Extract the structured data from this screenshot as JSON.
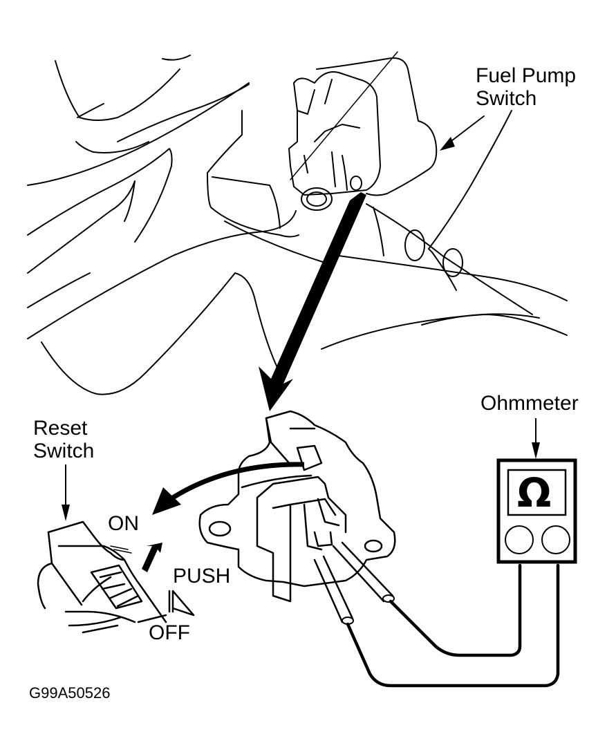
{
  "diagram": {
    "title": "Fuel Pump Switch Test with Ohmmeter",
    "figure_id": "G99A50526",
    "colors": {
      "ink": "#000000",
      "background": "#ffffff"
    },
    "labels": {
      "fuel_pump_switch": [
        "Fuel Pump",
        "Switch"
      ],
      "reset_switch": [
        "Reset",
        "Switch"
      ],
      "ohmmeter": "Ohmmeter",
      "on": "ON",
      "push": "PUSH",
      "off": "OFF"
    },
    "ohmmeter": {
      "display_symbol": "Ω",
      "terminals": 2
    },
    "callouts": [
      {
        "from": "Fuel Pump Switch label",
        "to": "switch housing location"
      },
      {
        "from": "switch in vehicle",
        "to": "enlarged switch detail"
      },
      {
        "from": "Reset Switch label",
        "to": "reset button"
      },
      {
        "from": "Ohmmeter label",
        "to": "ohmmeter body"
      }
    ]
  }
}
